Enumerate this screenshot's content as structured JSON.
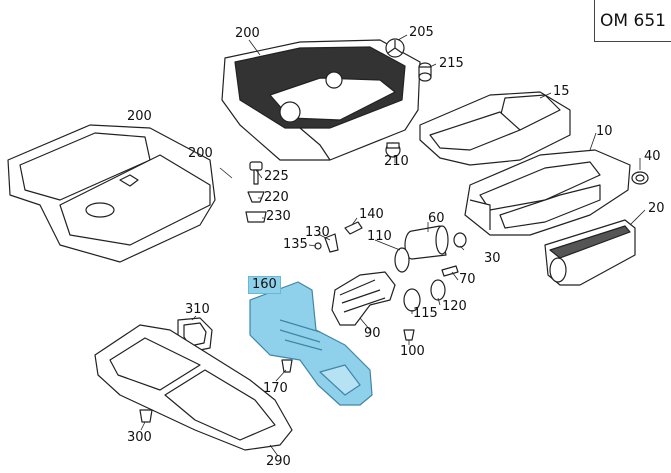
{
  "model": "OM 651",
  "colors": {
    "highlight": "#8fd0ea",
    "highlight_dark": "#5aaed1",
    "line": "#222222",
    "fill": "#ffffff"
  },
  "highlighted_part": "160",
  "callouts": [
    {
      "id": "200a",
      "text": "200"
    },
    {
      "id": "205",
      "text": "205"
    },
    {
      "id": "215",
      "text": "215"
    },
    {
      "id": "15",
      "text": "15"
    },
    {
      "id": "200b",
      "text": "200"
    },
    {
      "id": "200c",
      "text": "200"
    },
    {
      "id": "10",
      "text": "10"
    },
    {
      "id": "40",
      "text": "40"
    },
    {
      "id": "210",
      "text": "210"
    },
    {
      "id": "225",
      "text": "225"
    },
    {
      "id": "220",
      "text": "220"
    },
    {
      "id": "230",
      "text": "230"
    },
    {
      "id": "20",
      "text": "20"
    },
    {
      "id": "140",
      "text": "140"
    },
    {
      "id": "130",
      "text": "130"
    },
    {
      "id": "135",
      "text": "135"
    },
    {
      "id": "110",
      "text": "110"
    },
    {
      "id": "60",
      "text": "60"
    },
    {
      "id": "30",
      "text": "30"
    },
    {
      "id": "160",
      "text": "160"
    },
    {
      "id": "70",
      "text": "70"
    },
    {
      "id": "120",
      "text": "120"
    },
    {
      "id": "115",
      "text": "115"
    },
    {
      "id": "90",
      "text": "90"
    },
    {
      "id": "310",
      "text": "310"
    },
    {
      "id": "100",
      "text": "100"
    },
    {
      "id": "170",
      "text": "170"
    },
    {
      "id": "300",
      "text": "300"
    },
    {
      "id": "290",
      "text": "290"
    }
  ]
}
